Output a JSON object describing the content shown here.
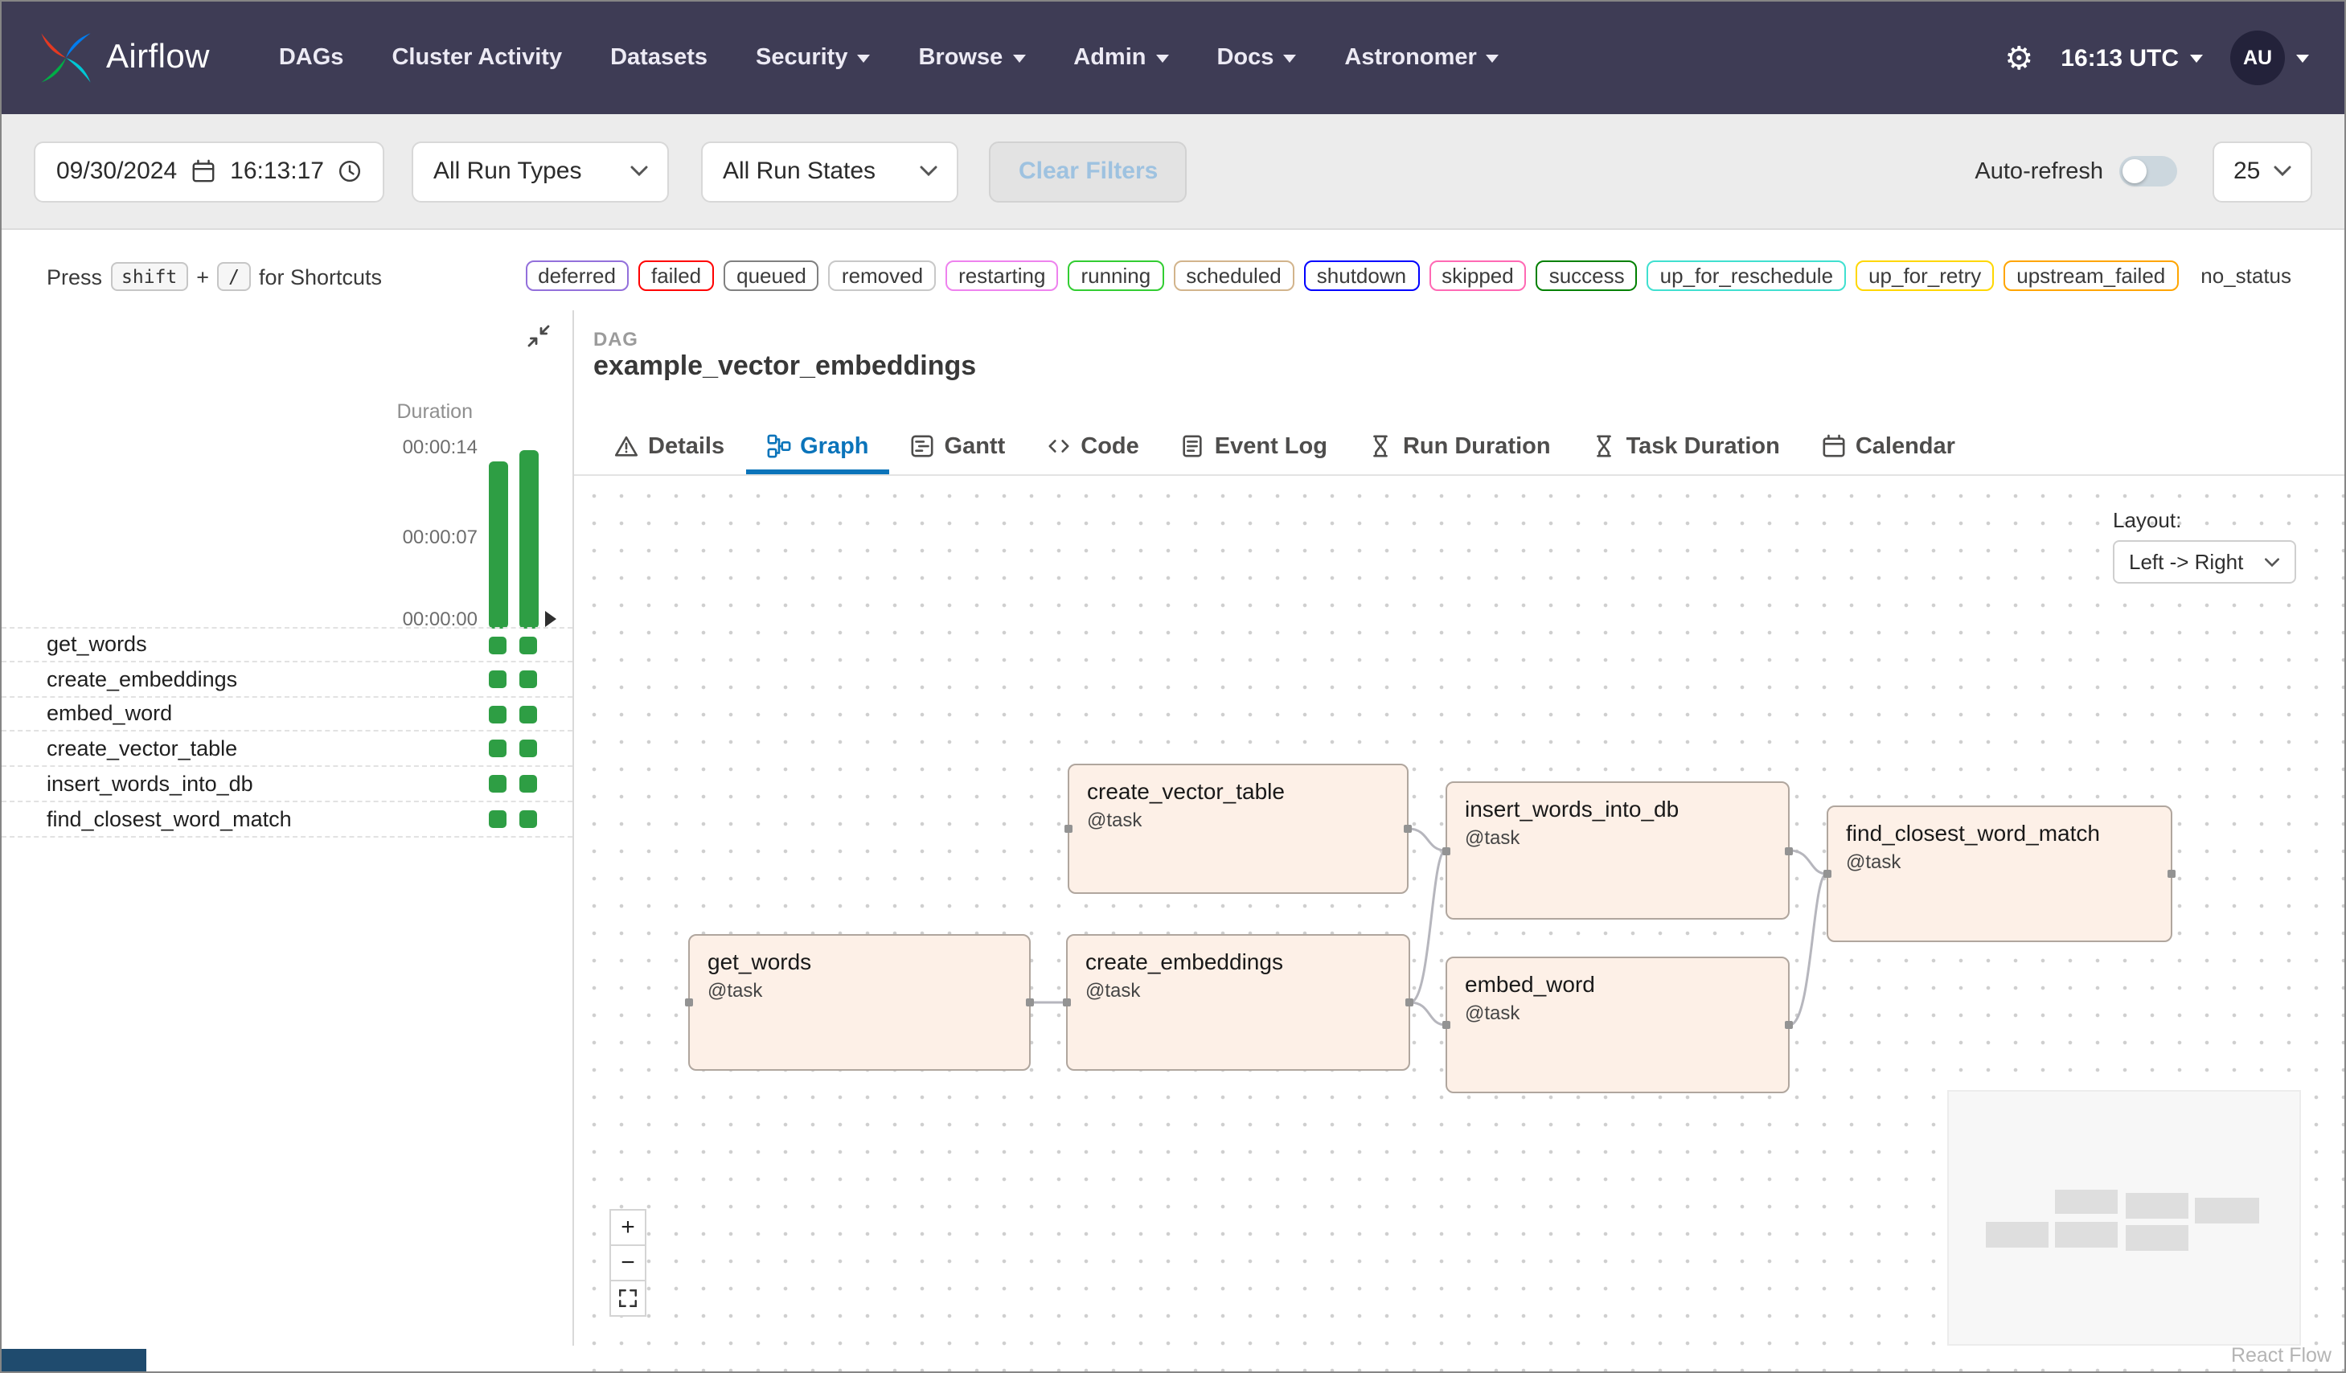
{
  "colors": {
    "navbar_bg": "#3e3c55",
    "accent": "#0b74ba",
    "grid_green": "#2e9e44",
    "node_bg": "#fdf0e7",
    "node_border": "#b0a69e",
    "scroll_thumb": "#1f4b6e"
  },
  "navbar": {
    "brand": "Airflow",
    "gear_glyph": "⚙",
    "items": [
      {
        "label": "DAGs",
        "dropdown": false
      },
      {
        "label": "Cluster Activity",
        "dropdown": false
      },
      {
        "label": "Datasets",
        "dropdown": false
      },
      {
        "label": "Security",
        "dropdown": true
      },
      {
        "label": "Browse",
        "dropdown": true
      },
      {
        "label": "Admin",
        "dropdown": true
      },
      {
        "label": "Docs",
        "dropdown": true
      },
      {
        "label": "Astronomer",
        "dropdown": true
      }
    ],
    "clock": "16:13 UTC",
    "avatar_initials": "AU"
  },
  "filter_bar": {
    "date": "09/30/2024",
    "time": "16:13:17",
    "run_types": "All Run Types",
    "run_states": "All Run States",
    "clear_filters": "Clear Filters",
    "auto_refresh_label": "Auto-refresh",
    "page_size": "25"
  },
  "shortcuts": {
    "press": "Press",
    "key_shift": "shift",
    "plus": "+",
    "key_slash": "/",
    "suffix": "for Shortcuts"
  },
  "legend": [
    {
      "label": "deferred",
      "color": "#9370DB"
    },
    {
      "label": "failed",
      "color": "#FF0000"
    },
    {
      "label": "queued",
      "color": "#808080"
    },
    {
      "label": "removed",
      "color": "#C8C8C8"
    },
    {
      "label": "restarting",
      "color": "#EE82EE"
    },
    {
      "label": "running",
      "color": "#32CD32"
    },
    {
      "label": "scheduled",
      "color": "#D2B48C"
    },
    {
      "label": "shutdown",
      "color": "#0000FF"
    },
    {
      "label": "skipped",
      "color": "#FF69B4"
    },
    {
      "label": "success",
      "color": "#008000"
    },
    {
      "label": "up_for_reschedule",
      "color": "#40E0D0"
    },
    {
      "label": "up_for_retry",
      "color": "#FFD700"
    },
    {
      "label": "upstream_failed",
      "color": "#FFA500"
    },
    {
      "label": "no_status",
      "color": null
    }
  ],
  "grid_panel": {
    "duration_label": "Duration",
    "ticks": [
      "00:00:14",
      "00:00:07",
      "00:00:00"
    ],
    "tasks": [
      {
        "name": "get_words"
      },
      {
        "name": "create_embeddings"
      },
      {
        "name": "embed_word"
      },
      {
        "name": "create_vector_table"
      },
      {
        "name": "insert_words_into_db"
      },
      {
        "name": "find_closest_word_match"
      }
    ]
  },
  "dag_header": {
    "kicker": "DAG",
    "title": "example_vector_embeddings"
  },
  "tabs": [
    {
      "label": "Details",
      "icon": "warning-icon",
      "active": false
    },
    {
      "label": "Graph",
      "icon": "graph-icon",
      "active": true
    },
    {
      "label": "Gantt",
      "icon": "gantt-icon",
      "active": false
    },
    {
      "label": "Code",
      "icon": "code-icon",
      "active": false
    },
    {
      "label": "Event Log",
      "icon": "event-log-icon",
      "active": false
    },
    {
      "label": "Run Duration",
      "icon": "hourglass-icon",
      "active": false
    },
    {
      "label": "Task Duration",
      "icon": "hourglass-icon",
      "active": false
    },
    {
      "label": "Calendar",
      "icon": "calendar-icon",
      "active": false
    }
  ],
  "graph": {
    "layout_label": "Layout:",
    "layout_value": "Left -> Right",
    "zoom_in": "+",
    "zoom_out": "−",
    "attribution": "React Flow",
    "nodes": [
      {
        "title": "create_vector_table",
        "subtitle": "@task"
      },
      {
        "title": "insert_words_into_db",
        "subtitle": "@task"
      },
      {
        "title": "find_closest_word_match",
        "subtitle": "@task"
      },
      {
        "title": "get_words",
        "subtitle": "@task"
      },
      {
        "title": "create_embeddings",
        "subtitle": "@task"
      },
      {
        "title": "embed_word",
        "subtitle": "@task"
      }
    ]
  }
}
